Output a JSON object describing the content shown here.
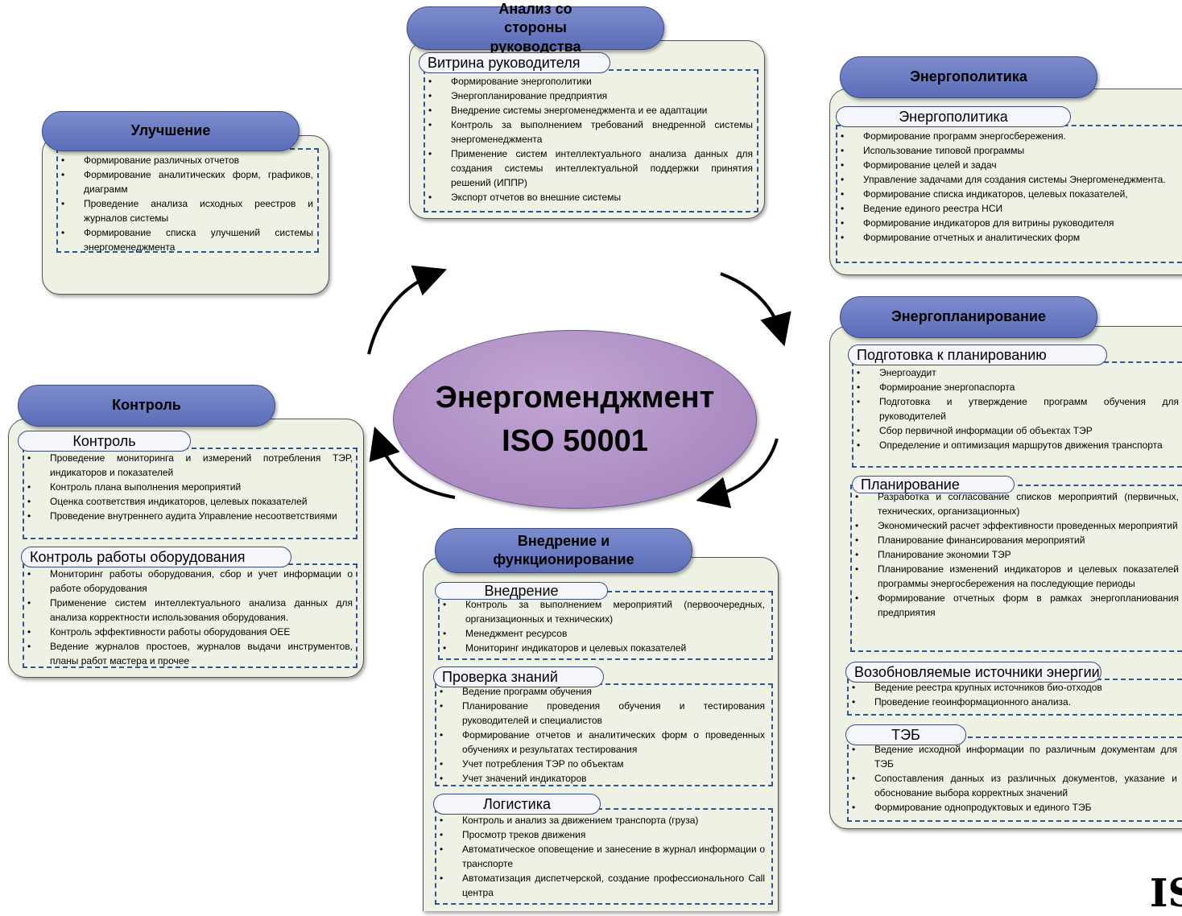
{
  "center": {
    "line1": "Энергоменджмент",
    "line2": "ISO 50001"
  },
  "management": {
    "title": "Анализ со стороны руководства",
    "sections": [
      {
        "name": "Витрина руководителя",
        "items": [
          "Формирование энергополитики",
          "Энергопланирование предприятия",
          "Внедрение системы энергоменеджмента и ее адаптации",
          "Контроль за выполнением требований внедренной системы энергоменеджмента",
          "Применение систем интеллектуального анализа данных для создания системы интеллектуальной поддержки принятия решений (ИППР)",
          "Экспорт отчетов во внешние системы"
        ]
      }
    ]
  },
  "improvement": {
    "title": "Улучшение",
    "items": [
      "Формирование различных отчетов",
      "Формирование аналитических форм, графиков, диаграмм",
      "Проведение анализа исходных реестров и журналов системы",
      "Формирование списка улучшений системы энергоменеджмента"
    ]
  },
  "policy": {
    "title": "Энергополитика",
    "sections": [
      {
        "name": "Энергополитика",
        "items": [
          "Формирование программ энергосбережения.",
          "Использование типовой программы",
          "Формирование целей и задач",
          "Управление задачами для создания системы Энергоменеджмента.",
          "Формирование списка индикаторов, целевых показателей,",
          "Ведение единого реестра НСИ",
          "Формирование индикаторов для витрины руководителя",
          "Формирование отчетных и аналитических форм"
        ]
      }
    ]
  },
  "planning": {
    "title": "Энергопланирование",
    "sections": [
      {
        "name": "Подготовка к планированию",
        "items": [
          "Энергоаудит",
          "Формироание энергопаспорта",
          "Подготовка и утверждение программ обучения для руководителей",
          "Сбор первичной информации об объектах ТЭР",
          "Определение и оптимизация маршрутов движения транспорта"
        ]
      },
      {
        "name": "Планирование",
        "items": [
          "Разработка и согласование списков мероприятий (первичных, технических, организационных)",
          "Экономический расчет эффективности проведенных мероприятий",
          "Планирование финансирования мероприятий",
          "Планирование экономии ТЭР",
          "Планирование изменений индикаторов и целевых показателей программы энергосбережения на последующие периоды",
          "Формирование отчетных форм в рамках энергопланиования предприятия"
        ]
      },
      {
        "name": "Возобновляемые источники энергии",
        "items": [
          "Ведение реестра крупных источников био-отходов",
          "Проведение геоинформационного анализа."
        ]
      },
      {
        "name": "ТЭБ",
        "items": [
          "Ведение исходной информации по различным документам для ТЭБ",
          "Сопоставления данных из различных документов, указание и обоснование выбора корректных значений",
          "Формирование однопродуктовых и единого ТЭБ"
        ]
      }
    ]
  },
  "control": {
    "title": "Контроль",
    "sections": [
      {
        "name": "Контроль",
        "items": [
          "Проведение мониторинга и измерений потребления ТЭР, индикаторов и показателей",
          "Контроль плана выполнения мероприятий",
          "Оценка соответствия индикаторов, целевых показателей",
          "Проведение внутреннего аудита Управление несоответствиями"
        ]
      },
      {
        "name": "Контроль работы оборудования",
        "items": [
          "Мониторинг работы оборудования, сбор и учет информации о работе оборудования",
          "Применение систем интеллектуального анализа данных для анализа корректности использования оборудования.",
          "Контроль эффективности работы оборудования OEE",
          "Ведение журналов простоев, журналов выдачи инструментов, планы работ мастера и прочее"
        ]
      }
    ]
  },
  "implementation": {
    "title": "Внедрение и функционирование",
    "sections": [
      {
        "name": "Внедрение",
        "items": [
          "Контроль за выполнением мероприятий (первоочередных, организационных и технических)",
          "Менеджмент ресурсов",
          "Мониторинг индикаторов и целевых показателей"
        ]
      },
      {
        "name": "Проверка знаний",
        "items": [
          "Ведение программ обучения",
          "Планирование проведения обучения и тестирования руководителей и специалистов",
          "Формирование отчетов и аналитических форм о проведенных обучениях и результатах тестирования",
          "Учет потребления ТЭР по объектам",
          "Учет значений индикаторов"
        ]
      },
      {
        "name": "Логистика",
        "items": [
          "Контроль и анализ за движением транспорта (груза)",
          "Просмотр треков движения",
          "Автоматическое оповещение и занесение в журнал информации о транспорте",
          "Автоматизация диспетчерской, создание профессионального Call центра"
        ]
      }
    ]
  },
  "logo_fragment": "IS"
}
